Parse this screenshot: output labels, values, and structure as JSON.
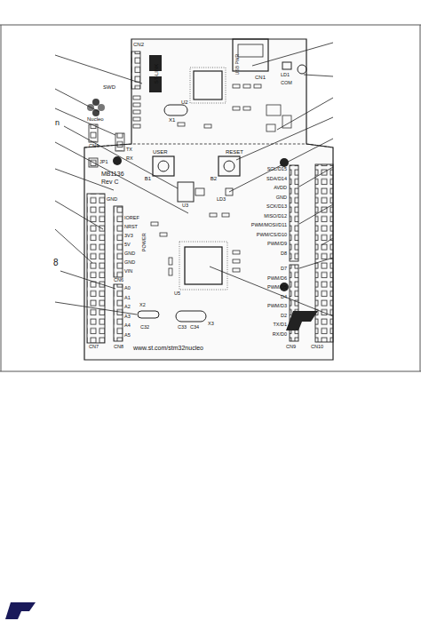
{
  "diagram": {
    "labels": [
      "CN2",
      "SWD",
      "Nucleo",
      "ST-LINK",
      "U2",
      "X1",
      "CN1",
      "USB PWR",
      "LD1",
      "COM",
      "CN4",
      "TX",
      "RX",
      "JP1",
      "USER",
      "B1",
      "RESET",
      "B2",
      "MB1136",
      "Rev C",
      "U3",
      "LD3",
      "GND",
      "IOREF",
      "NRST",
      "3V3",
      "5V",
      "GND",
      "GND",
      "VIN",
      "POWER",
      "CN6",
      "A0",
      "A1",
      "A2",
      "A3",
      "A4",
      "A5",
      "SCL/D15",
      "SDA/D14",
      "AVDD",
      "GND",
      "SCK/D13",
      "MISO/D12",
      "PWM/MOSI/D11",
      "PWM/CS/D10",
      "PWM/D9",
      "D8",
      "D7",
      "PWM/D6",
      "PWM/D5",
      "D4",
      "PWM/D3",
      "D2",
      "TX/D1",
      "RX/D0",
      "U5",
      "X2",
      "X3",
      "C32",
      "C33",
      "C34",
      "www.st.com/stm32nucleo",
      "CN7",
      "CN8",
      "CN9",
      "CN10",
      "n",
      "8"
    ]
  }
}
